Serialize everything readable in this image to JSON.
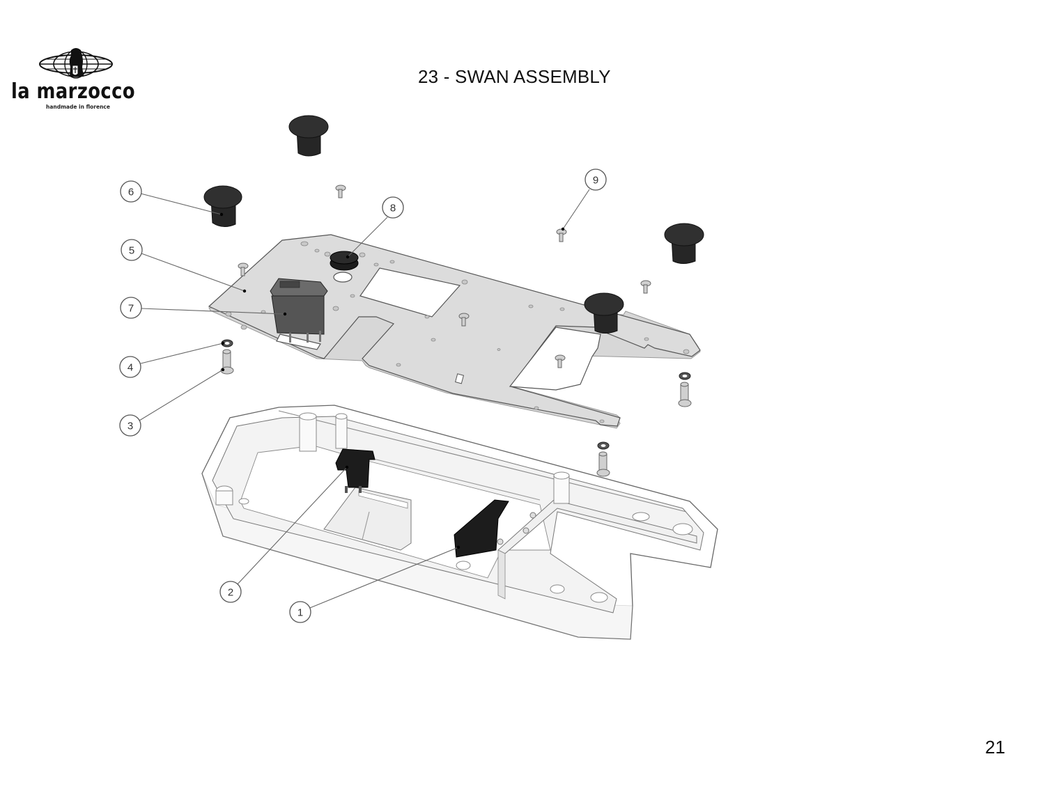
{
  "header": {
    "brand_name": "la marzocco",
    "brand_tagline": "handmade in florence",
    "title": "23 - SWAN ASSEMBLY"
  },
  "footer": {
    "page_number": "21"
  },
  "diagram": {
    "callouts": [
      {
        "id": "1",
        "label": "1",
        "part": "black connector block in base"
      },
      {
        "id": "2",
        "label": "2",
        "part": "black rocker switch housing in base"
      },
      {
        "id": "3",
        "label": "3",
        "part": "hex bolt"
      },
      {
        "id": "4",
        "label": "4",
        "part": "washer"
      },
      {
        "id": "5",
        "label": "5",
        "part": "mounting plate"
      },
      {
        "id": "6",
        "label": "6",
        "part": "rubber foot"
      },
      {
        "id": "7",
        "label": "7",
        "part": "rocker switch"
      },
      {
        "id": "8",
        "label": "8",
        "part": "grommet"
      },
      {
        "id": "9",
        "label": "9",
        "part": "screw"
      }
    ]
  }
}
